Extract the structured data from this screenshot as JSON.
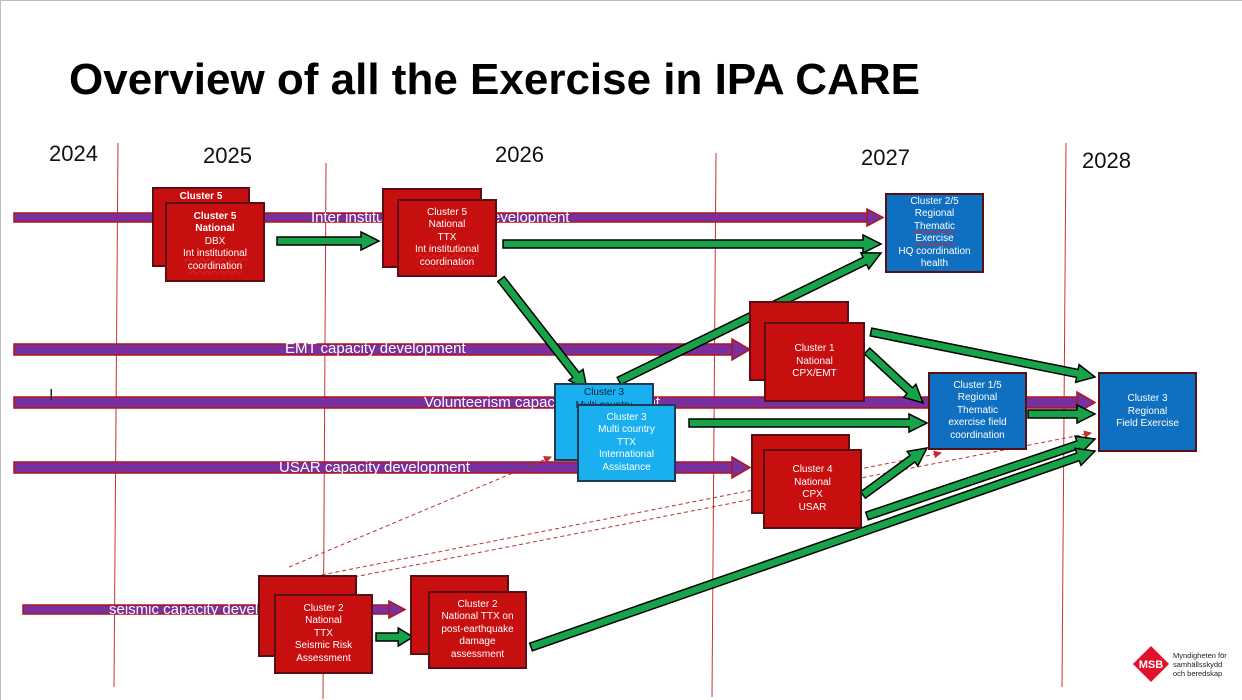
{
  "title": "Overview of all the Exercise in IPA CARE",
  "years": [
    "2024",
    "2025",
    "2026",
    "2027",
    "2028"
  ],
  "timelines": {
    "inter": "Inter institutional capacity development",
    "emt": "EMT capacity development",
    "vol": "Volunteerism capacity development",
    "usar": "USAR capacity development",
    "seismic": "seismic capacity development"
  },
  "stray_mark": "I",
  "boxes": {
    "c5_dbx_back": "Cluster 5",
    "c5_dbx": [
      "Cluster 5",
      "National",
      "DBX",
      "Int institutional",
      "coordination"
    ],
    "c5_ttx_back": "",
    "c5_ttx": [
      "Cluster 5",
      "National",
      "TTX",
      "Int institutional",
      "coordination"
    ],
    "c25": [
      "Cluster 2/5",
      "Regional",
      "Thematic",
      "Exercise",
      "HQ coordination",
      "health"
    ],
    "c1": [
      "Cluster 1",
      "National",
      "CPX/EMT"
    ],
    "c3_back": [
      "Cluster 3",
      "Multi country"
    ],
    "c3": [
      "Cluster 3",
      "Multi country",
      "TTX",
      "International",
      "Assistance"
    ],
    "c15": [
      "Cluster 1/5",
      "Regional",
      "Thematic",
      "exercise field",
      "coordination"
    ],
    "c3_reg": [
      "Cluster 3",
      "Regional",
      "Field Exercise"
    ],
    "c4": [
      "Cluster 4",
      "National",
      "CPX",
      "USAR"
    ],
    "c2_ttx": [
      "Cluster 2",
      "National",
      "TTX",
      "Seismic Risk",
      "Assessment"
    ],
    "c2_post": [
      "Cluster 2",
      "National TTX on",
      "post-earthquake",
      "damage",
      "assessment"
    ]
  },
  "logo": {
    "abbr": "MSB",
    "lines": [
      "Myndigheten för",
      "samhällsskydd",
      "och beredskap"
    ]
  },
  "colors": {
    "timeline": "#7a2fa0",
    "timeline_edge": "#b01515",
    "arrow": "#17a34a",
    "red_box": "#c80f0f",
    "blue_box": "#0f6fc0",
    "cyan_box": "#1ab0ef",
    "divider": "#d03030"
  }
}
